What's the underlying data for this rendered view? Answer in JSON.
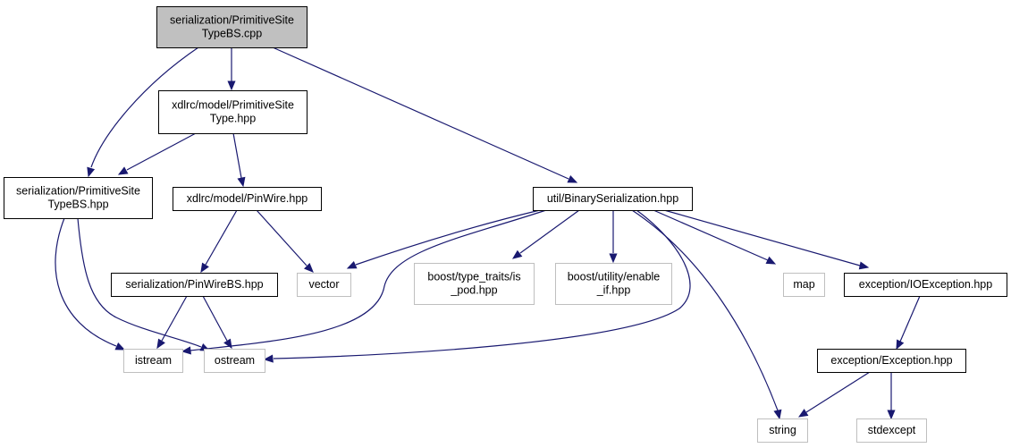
{
  "colors": {
    "edge": "#191970",
    "root_fill": "#c0c0c0",
    "border_visible": "#000000",
    "border_external": "#bfbfbf",
    "fill": "#ffffff"
  },
  "nodes": [
    {
      "id": "n_root",
      "lines": [
        "serialization/PrimitiveSite",
        "TypeBS.cpp"
      ],
      "kind": "root"
    },
    {
      "id": "n_pst",
      "lines": [
        "xdlrc/model/PrimitiveSite",
        "Type.hpp"
      ],
      "kind": "file"
    },
    {
      "id": "n_pstbs",
      "lines": [
        "serialization/PrimitiveSite",
        "TypeBS.hpp"
      ],
      "kind": "file"
    },
    {
      "id": "n_pinwire",
      "lines": [
        "xdlrc/model/PinWire.hpp"
      ],
      "kind": "file"
    },
    {
      "id": "n_binser",
      "lines": [
        "util/BinarySerialization.hpp"
      ],
      "kind": "file"
    },
    {
      "id": "n_pinwirebs",
      "lines": [
        "serialization/PinWireBS.hpp"
      ],
      "kind": "file"
    },
    {
      "id": "n_vector",
      "lines": [
        "vector"
      ],
      "kind": "external"
    },
    {
      "id": "n_ispod",
      "lines": [
        "boost/type_traits/is",
        "_pod.hpp"
      ],
      "kind": "external"
    },
    {
      "id": "n_enableif",
      "lines": [
        "boost/utility/enable",
        "_if.hpp"
      ],
      "kind": "external"
    },
    {
      "id": "n_map",
      "lines": [
        "map"
      ],
      "kind": "external"
    },
    {
      "id": "n_ioexc",
      "lines": [
        "exception/IOException.hpp"
      ],
      "kind": "file"
    },
    {
      "id": "n_istream",
      "lines": [
        "istream"
      ],
      "kind": "external"
    },
    {
      "id": "n_ostream",
      "lines": [
        "ostream"
      ],
      "kind": "external"
    },
    {
      "id": "n_exc",
      "lines": [
        "exception/Exception.hpp"
      ],
      "kind": "file"
    },
    {
      "id": "n_string",
      "lines": [
        "string"
      ],
      "kind": "external"
    },
    {
      "id": "n_stdexcept",
      "lines": [
        "stdexcept"
      ],
      "kind": "external"
    }
  ],
  "edges": [
    {
      "from": "n_root",
      "to": "n_pst"
    },
    {
      "from": "n_root",
      "to": "n_pstbs"
    },
    {
      "from": "n_root",
      "to": "n_binser"
    },
    {
      "from": "n_pst",
      "to": "n_pstbs"
    },
    {
      "from": "n_pst",
      "to": "n_pinwire"
    },
    {
      "from": "n_pstbs",
      "to": "n_istream"
    },
    {
      "from": "n_pstbs",
      "to": "n_ostream"
    },
    {
      "from": "n_pinwire",
      "to": "n_pinwirebs"
    },
    {
      "from": "n_pinwire",
      "to": "n_vector"
    },
    {
      "from": "n_pinwirebs",
      "to": "n_istream"
    },
    {
      "from": "n_pinwirebs",
      "to": "n_ostream"
    },
    {
      "from": "n_binser",
      "to": "n_vector"
    },
    {
      "from": "n_binser",
      "to": "n_istream"
    },
    {
      "from": "n_binser",
      "to": "n_ostream"
    },
    {
      "from": "n_binser",
      "to": "n_ispod"
    },
    {
      "from": "n_binser",
      "to": "n_enableif"
    },
    {
      "from": "n_binser",
      "to": "n_map"
    },
    {
      "from": "n_binser",
      "to": "n_ioexc"
    },
    {
      "from": "n_binser",
      "to": "n_string"
    },
    {
      "from": "n_ioexc",
      "to": "n_exc"
    },
    {
      "from": "n_exc",
      "to": "n_string"
    },
    {
      "from": "n_exc",
      "to": "n_stdexcept"
    }
  ]
}
